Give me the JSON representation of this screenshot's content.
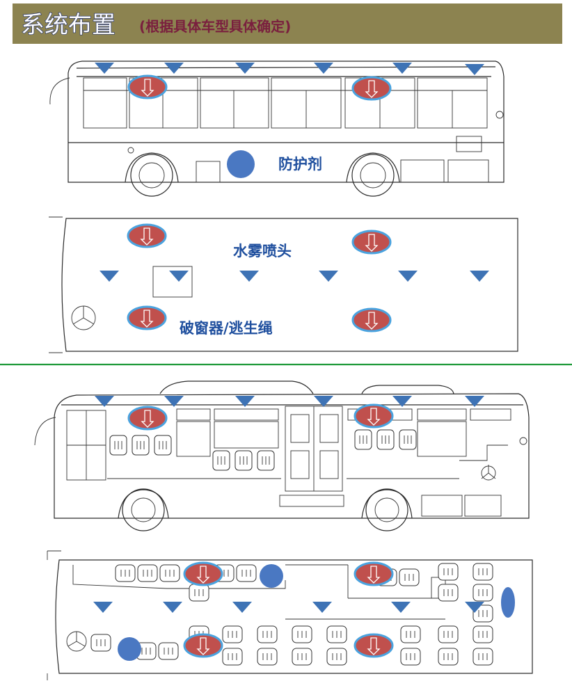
{
  "header": {
    "title": "系统布置",
    "subtitle": "(根据具体车型具体确定)",
    "bg_color": "#8c8350"
  },
  "labels": {
    "agent": "防护剂",
    "nozzle": "水雾喷头",
    "breaker": "破窗器/逃生绳"
  },
  "colors": {
    "nozzle_triangle": "#3e73b5",
    "breaker_fill": "#c0504d",
    "breaker_ring": "#4aa3df",
    "agent_tank": "#4a78c2",
    "divider": "#1f9a3a",
    "label_text": "#1f4f9e"
  },
  "legend_icons": {
    "nozzle": "downward-triangle-icon",
    "breaker": "oval-down-arrow-icon",
    "agent": "filled-circle-icon"
  }
}
